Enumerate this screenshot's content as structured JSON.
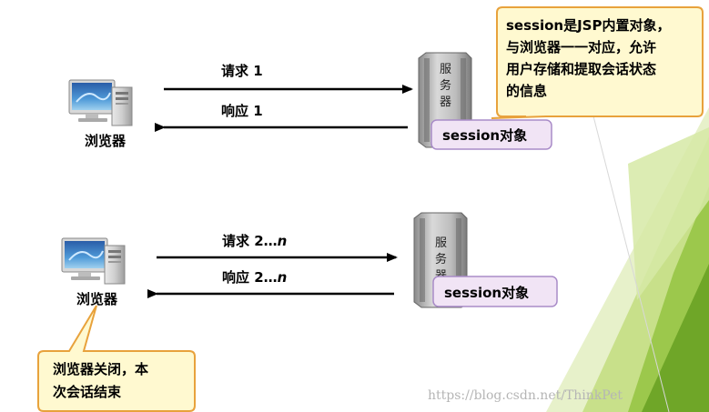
{
  "top": {
    "browser_label": "浏览器",
    "request_label": "请求 1",
    "response_label": "响应 1",
    "server_chars": [
      "服",
      "务",
      "器"
    ],
    "session_label": "session对象",
    "callout_lines": [
      "session是JSP内置对象，",
      "与浏览器一一对应，允许",
      "用户存储和提取会话状态",
      "的信息"
    ]
  },
  "bottom": {
    "browser_label": "浏览器",
    "request_main": "请求 2…",
    "request_n": "n",
    "response_main": "响应 2…",
    "response_n": "n",
    "server_chars": [
      "服",
      "务",
      "器"
    ],
    "session_label": "session对象",
    "callout_lines": [
      "浏览器关闭，本",
      "次会话结束"
    ]
  },
  "watermark": "https://blog.csdn.net/ThinkPet",
  "colors": {
    "callout_fill": "#FFF9D0",
    "callout_stroke": "#E8A23C",
    "session_fill": "#F1E4F5",
    "session_stroke": "#A98BC8",
    "green_light": "#C8E08A",
    "green_mid": "#9CC84C",
    "green_dark": "#6FA628"
  }
}
